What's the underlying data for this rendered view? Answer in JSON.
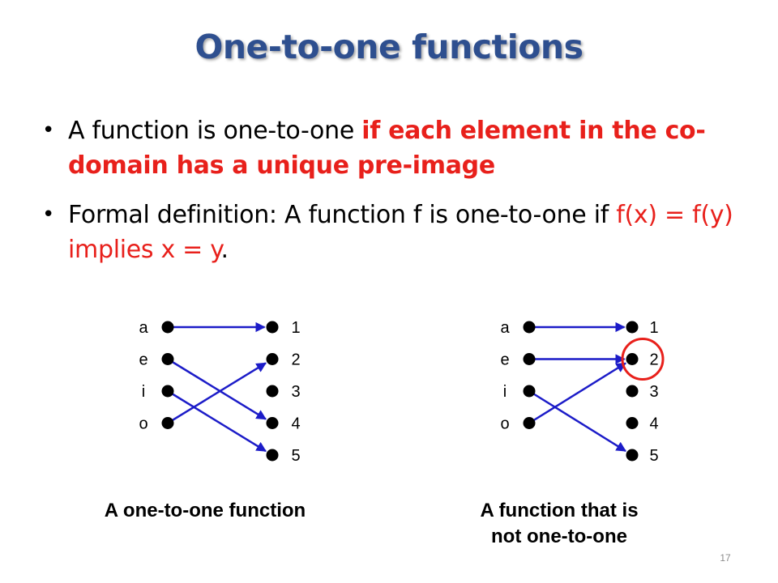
{
  "slide": {
    "title": "One-to-one functions",
    "bullets": [
      {
        "plain": "A function is one-to-one ",
        "highlight": "if each element in the co-domain has a unique pre-image",
        "after": ""
      },
      {
        "plain": "Formal definition: A function f is one-to-one if ",
        "highlight": "f(x) = f(y) implies x = y",
        "after": "."
      }
    ],
    "page_number": "17"
  },
  "diagrams": {
    "left": {
      "caption": "A one-to-one function",
      "domain": [
        "a",
        "e",
        "i",
        "o"
      ],
      "codomain": [
        "1",
        "2",
        "3",
        "4",
        "5"
      ],
      "mapping": [
        [
          0,
          0
        ],
        [
          1,
          3
        ],
        [
          2,
          4
        ],
        [
          3,
          1
        ]
      ]
    },
    "right": {
      "caption_line1": "A function that is",
      "caption_line2": "not one-to-one",
      "domain": [
        "a",
        "e",
        "i",
        "o"
      ],
      "codomain": [
        "1",
        "2",
        "3",
        "4",
        "5"
      ],
      "mapping": [
        [
          0,
          0
        ],
        [
          1,
          1
        ],
        [
          2,
          4
        ],
        [
          3,
          1
        ]
      ],
      "highlighted_codomain_index": 1
    }
  },
  "colors": {
    "title": "#2e4f8f",
    "highlight_text": "#e8201b",
    "arrow": "#1c1cc8",
    "circle": "#e8201b"
  }
}
